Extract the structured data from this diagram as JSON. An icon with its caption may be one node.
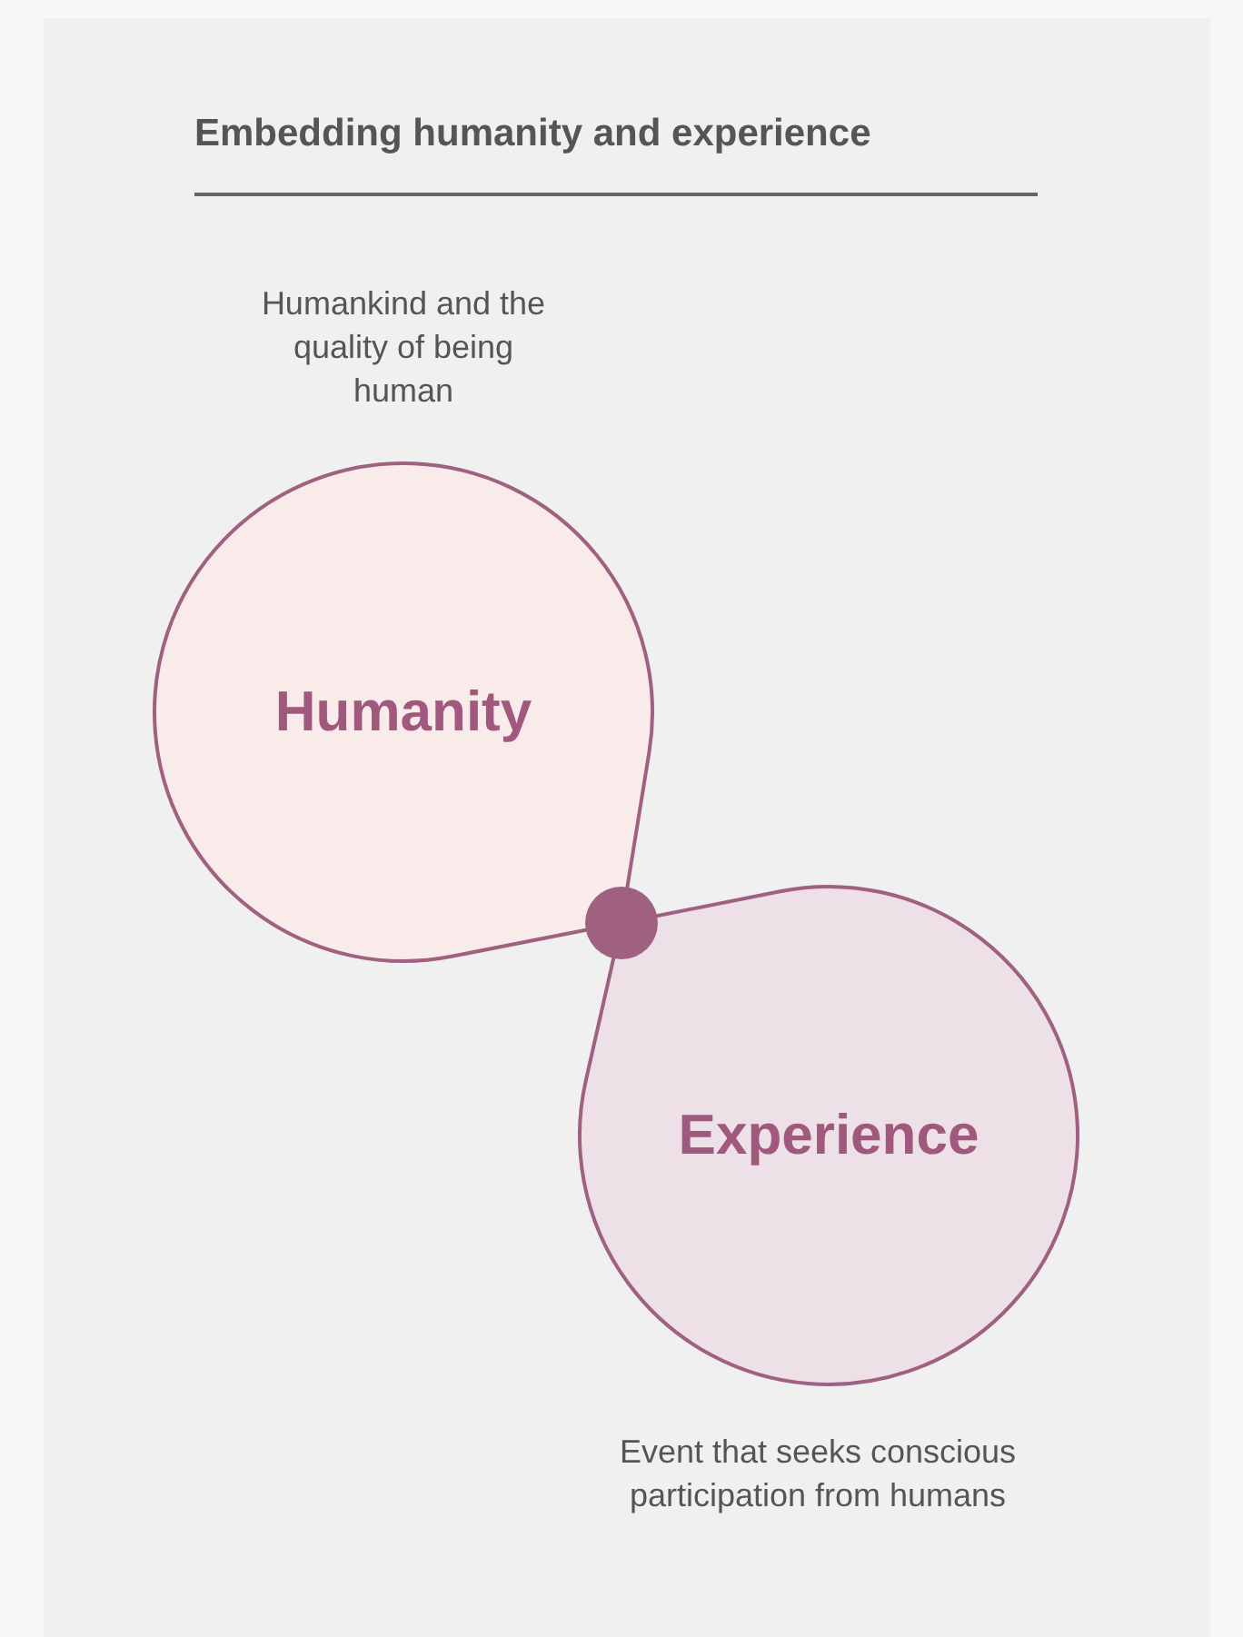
{
  "diagram": {
    "title": "Embedding humanity and experience",
    "nodes": [
      {
        "text": [
          "Humanity"
        ],
        "beside": [
          "Humankind and the quality of being human"
        ]
      },
      {
        "text": [
          "Experience"
        ],
        "beside": [
          "Event that seeks conscious participation from humans"
        ]
      },
      {
        "text": [],
        "shape": "circle"
      }
    ]
  }
}
